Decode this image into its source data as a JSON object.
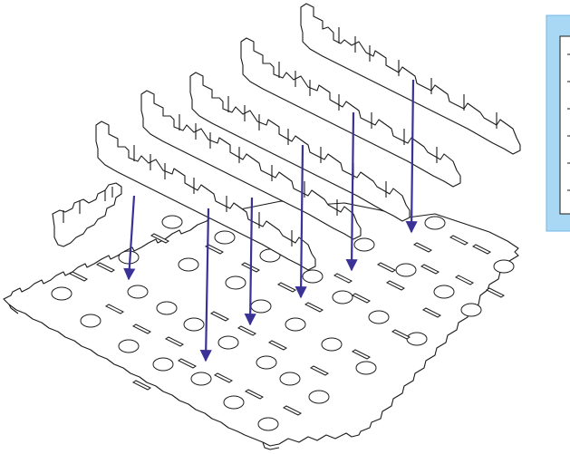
{
  "figure": {
    "subject": "exploded-assembly",
    "part_count": 6,
    "arrow_count": 6
  },
  "colors": {
    "line": "#1a1a1a",
    "arrow": "#3a3296",
    "inset_bg": "#a9d8f5",
    "paper": "#ffffff"
  }
}
